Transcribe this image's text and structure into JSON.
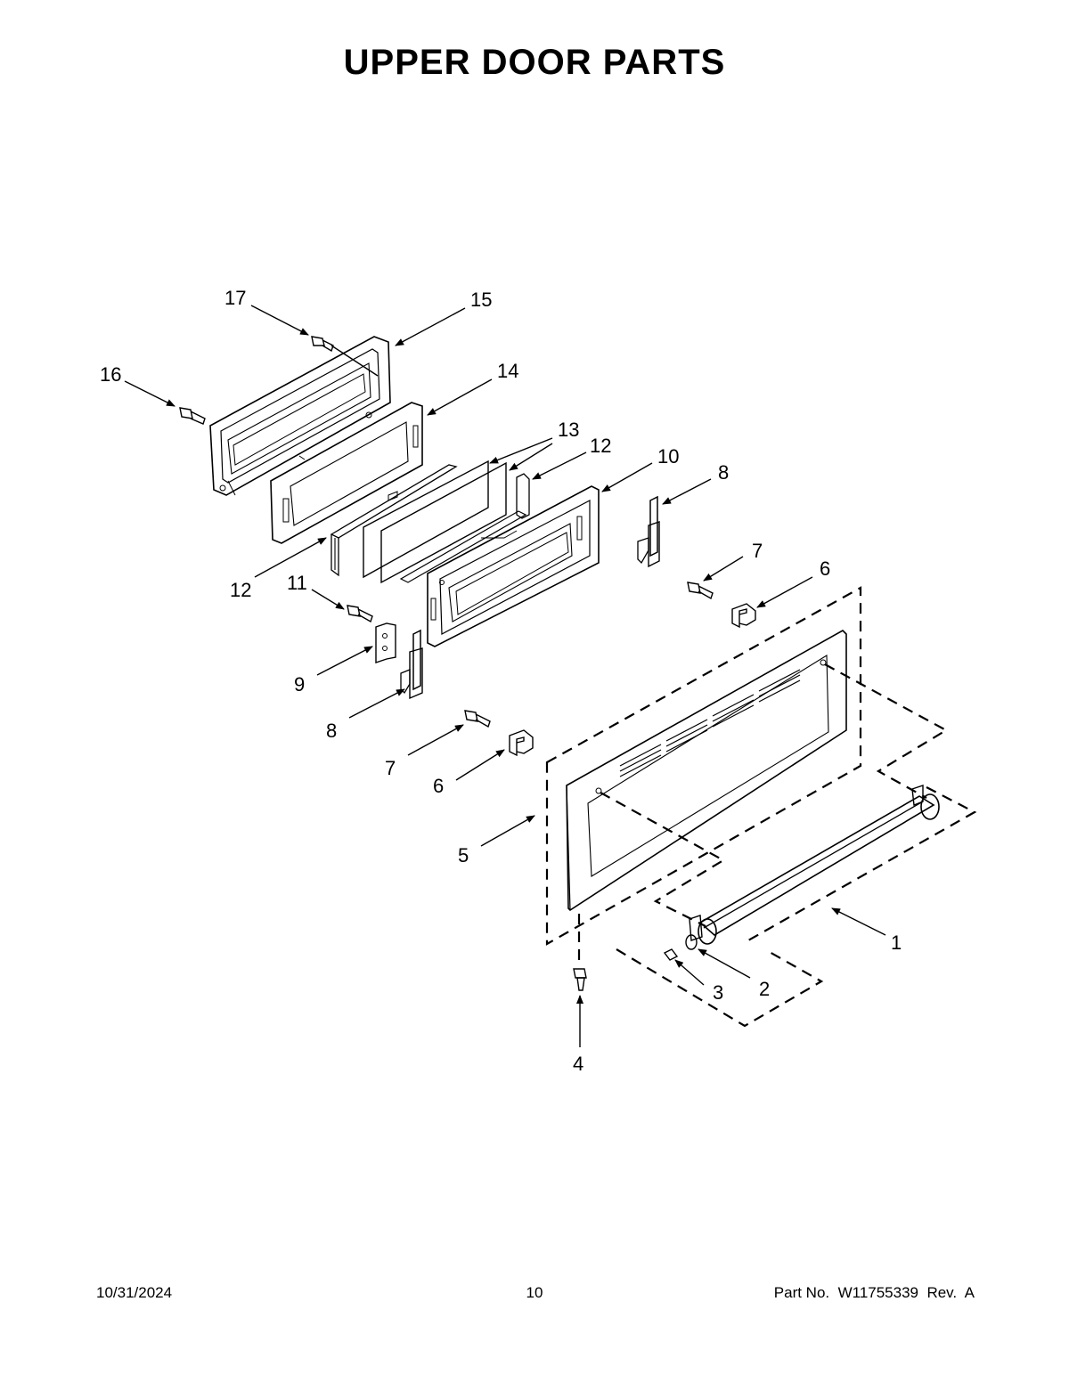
{
  "title": "UPPER DOOR PARTS",
  "callouts": {
    "c1": "1",
    "c2": "2",
    "c3": "3",
    "c4": "4",
    "c5": "5",
    "c6a": "6",
    "c6b": "6",
    "c7a": "7",
    "c7b": "7",
    "c8a": "8",
    "c8b": "8",
    "c9": "9",
    "c10": "10",
    "c11": "11",
    "c12a": "12",
    "c12b": "12",
    "c13": "13",
    "c14": "14",
    "c15": "15",
    "c16": "16",
    "c17": "17"
  },
  "footer": {
    "date": "10/31/2024",
    "page": "10",
    "part_number": "Part No.  W11755339  Rev.  A"
  }
}
